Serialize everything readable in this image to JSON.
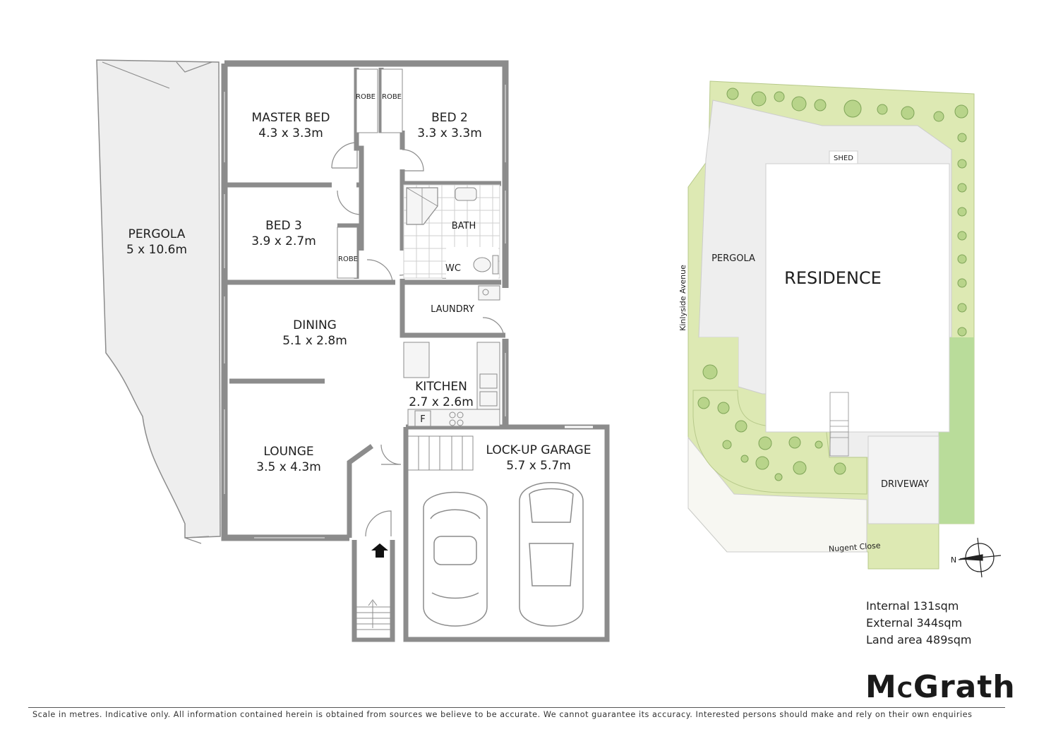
{
  "floorplan": {
    "rooms": [
      {
        "id": "pergola",
        "name": "PERGOLA",
        "size": "5 x 10.6m"
      },
      {
        "id": "master-bed",
        "name": "MASTER BED",
        "size": "4.3 x 3.3m"
      },
      {
        "id": "bed-2",
        "name": "BED 2",
        "size": "3.3 x 3.3m"
      },
      {
        "id": "bed-3",
        "name": "BED 3",
        "size": "3.9 x 2.7m"
      },
      {
        "id": "dining",
        "name": "DINING",
        "size": "5.1 x 2.8m"
      },
      {
        "id": "kitchen",
        "name": "KITCHEN",
        "size": "2.7 x 2.6m"
      },
      {
        "id": "lounge",
        "name": "LOUNGE",
        "size": "3.5 x 4.3m"
      },
      {
        "id": "garage",
        "name": "LOCK-UP GARAGE",
        "size": "5.7 x 5.7m"
      }
    ],
    "labels": {
      "robe": "ROBE",
      "bath": "BATH",
      "wc": "WC",
      "laundry": "LAUNDRY",
      "fridge": "F"
    }
  },
  "siteplan": {
    "residence": "RESIDENCE",
    "pergola": "PERGOLA",
    "shed": "SHED",
    "driveway": "DRIVEWAY",
    "street_side": "Kinlyside Avenue",
    "street_front": "Nugent Close",
    "north": "N"
  },
  "areas": {
    "internal": "Internal 131sqm",
    "external": "External 344sqm",
    "land": "Land area 489sqm"
  },
  "brand": {
    "logo_main_1": "M",
    "logo_small": "C",
    "logo_main_2": "Grath"
  },
  "disclaimer": "Scale in metres. Indicative only. All information contained herein is obtained from sources we believe to be accurate. We cannot guarantee its accuracy. Interested persons should make and rely on their own enquiries",
  "colors": {
    "wall": "#8c8c8c",
    "floor": "#eeeeee",
    "garden": "#dde9b3",
    "lawn": "#b9dc9a",
    "plant": "#9cbf70"
  }
}
